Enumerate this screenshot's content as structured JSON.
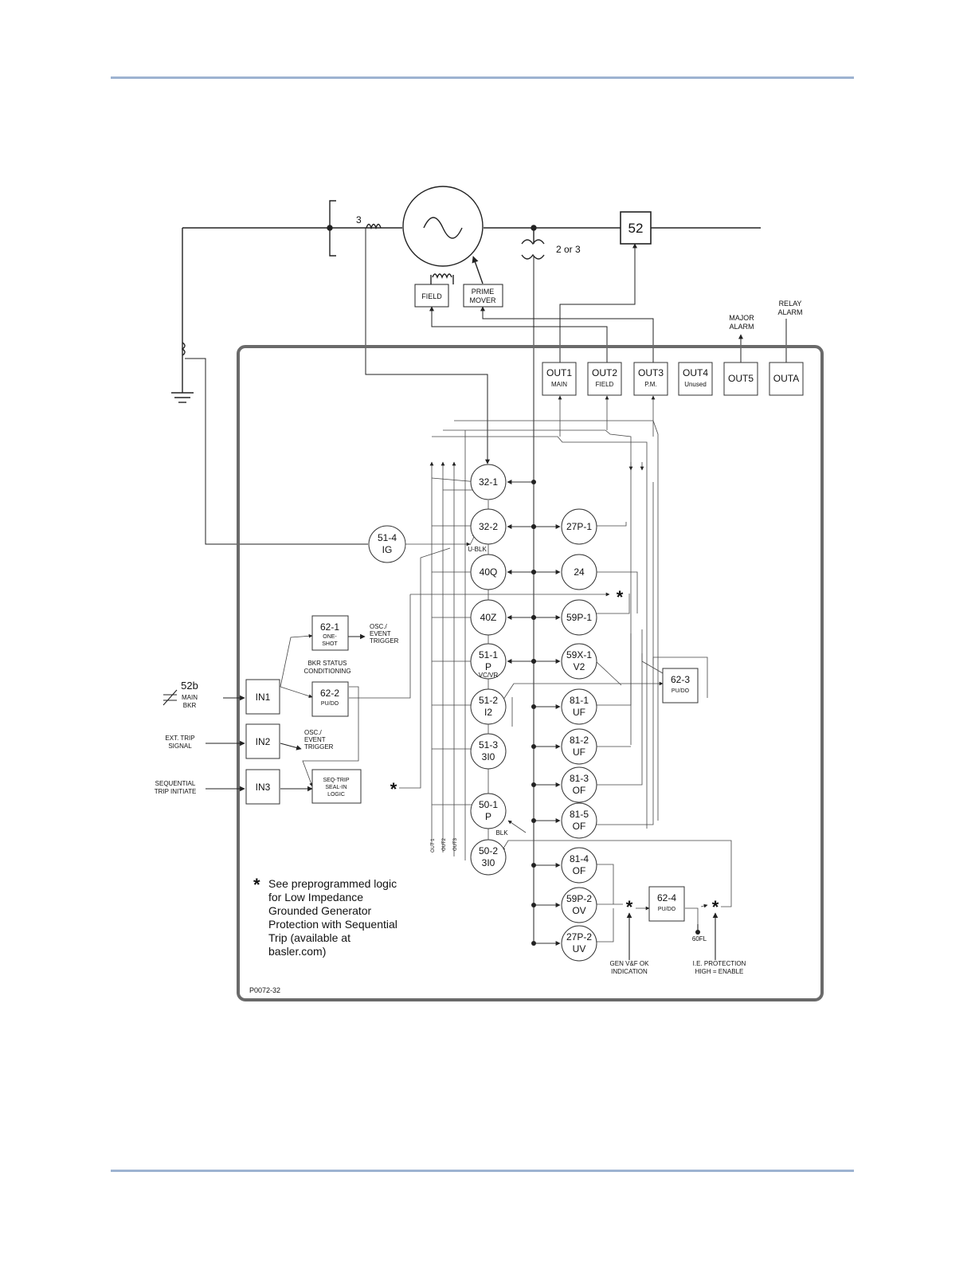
{
  "colors": {
    "rule": "#9db3d1",
    "frame": "#6a6a6a",
    "line": "#333333"
  },
  "top_labels": {
    "ct_count": "3",
    "vt_count": "2 or 3",
    "breaker": "52",
    "field_box": "FIELD",
    "prime_mover_1": "PRIME",
    "prime_mover_2": "MOVER",
    "major_alarm_1": "MAJOR",
    "major_alarm_2": "ALARM",
    "relay_alarm_1": "RELAY",
    "relay_alarm_2": "ALARM"
  },
  "outputs": [
    {
      "name": "OUT1",
      "sub": "MAIN"
    },
    {
      "name": "OUT2",
      "sub": "FIELD"
    },
    {
      "name": "OUT3",
      "sub": "P.M."
    },
    {
      "name": "OUT4",
      "sub": "Unused"
    },
    {
      "name": "OUT5",
      "sub": ""
    },
    {
      "name": "OUTA",
      "sub": ""
    }
  ],
  "center_elements": [
    {
      "l1": "32-1",
      "l2": "",
      "l3": ""
    },
    {
      "l1": "32-2",
      "l2": "",
      "l3": ""
    },
    {
      "l1": "40Q",
      "l2": "",
      "l3": ""
    },
    {
      "l1": "40Z",
      "l2": "",
      "l3": ""
    },
    {
      "l1": "51-1",
      "l2": "P",
      "l3": "VC/VR"
    },
    {
      "l1": "51-2",
      "l2": "I2",
      "l3": ""
    },
    {
      "l1": "51-3",
      "l2": "3I0",
      "l3": ""
    },
    {
      "l1": "50-1",
      "l2": "P",
      "l3": ""
    },
    {
      "l1": "50-2",
      "l2": "3I0",
      "l3": ""
    }
  ],
  "right_elements": [
    {
      "l1": "27P-1",
      "l2": ""
    },
    {
      "l1": "24",
      "l2": ""
    },
    {
      "l1": "59P-1",
      "l2": ""
    },
    {
      "l1": "59X-1",
      "l2": "V2"
    },
    {
      "l1": "81-1",
      "l2": "UF"
    },
    {
      "l1": "81-2",
      "l2": "UF"
    },
    {
      "l1": "81-3",
      "l2": "OF"
    },
    {
      "l1": "81-5",
      "l2": "OF"
    },
    {
      "l1": "81-4",
      "l2": "OF"
    },
    {
      "l1": "59P-2",
      "l2": "OV"
    },
    {
      "l1": "27P-2",
      "l2": "UV"
    }
  ],
  "ground_element": {
    "l1": "51-4",
    "l2": "IG"
  },
  "logic_labels": {
    "u_blk": "U-BLK",
    "blk": "BLK",
    "asterisk": "*",
    "out1_tap": "OUT 1",
    "out2_tap": "OUT2",
    "out3_tap": "OUT3"
  },
  "boxes": {
    "b621_l1": "62-1",
    "b621_l2": "ONE-",
    "b621_l3": "SHOT",
    "b622_l1": "62-2",
    "b622_l2": "PU/DO",
    "b623_l1": "62-3",
    "b623_l2": "PU/DO",
    "b624_l1": "62-4",
    "b624_l2": "PU/DO",
    "seq_l1": "SEQ-TRIP",
    "seq_l2": "SEAL-IN",
    "seq_l3": "LOGIC",
    "in1": "IN1",
    "in2": "IN2",
    "in3": "IN3"
  },
  "left_labels": {
    "osc1_l1": "OSC./",
    "osc1_l2": "EVENT",
    "osc1_l3": "TRIGGER",
    "osc2_l1": "OSC./",
    "osc2_l2": "EVENT",
    "osc2_l3": "TRIGGER",
    "bkr_status_1": "BKR STATUS",
    "bkr_status_2": "CONDITIONING",
    "c52b": "52b",
    "main_bkr_1": "MAIN",
    "main_bkr_2": "BKR",
    "ext_trip_1": "EXT. TRIP",
    "ext_trip_2": "SIGNAL",
    "seq_trip_1": "SEQUENTIAL",
    "seq_trip_2": "TRIP INITIATE"
  },
  "bottom_labels": {
    "fl60": "60FL",
    "gen_ok_1": "GEN V&F OK",
    "gen_ok_2": "INDICATION",
    "ie_1": "I.E. PROTECTION",
    "ie_2": "HIGH = ENABLE"
  },
  "note": {
    "star": "*",
    "lines": [
      "See preprogrammed logic",
      "for Low Impedance",
      "Grounded Generator",
      "Protection with Sequential",
      "Trip (available at",
      "basler.com)"
    ]
  },
  "figure_code": "P0072-32"
}
